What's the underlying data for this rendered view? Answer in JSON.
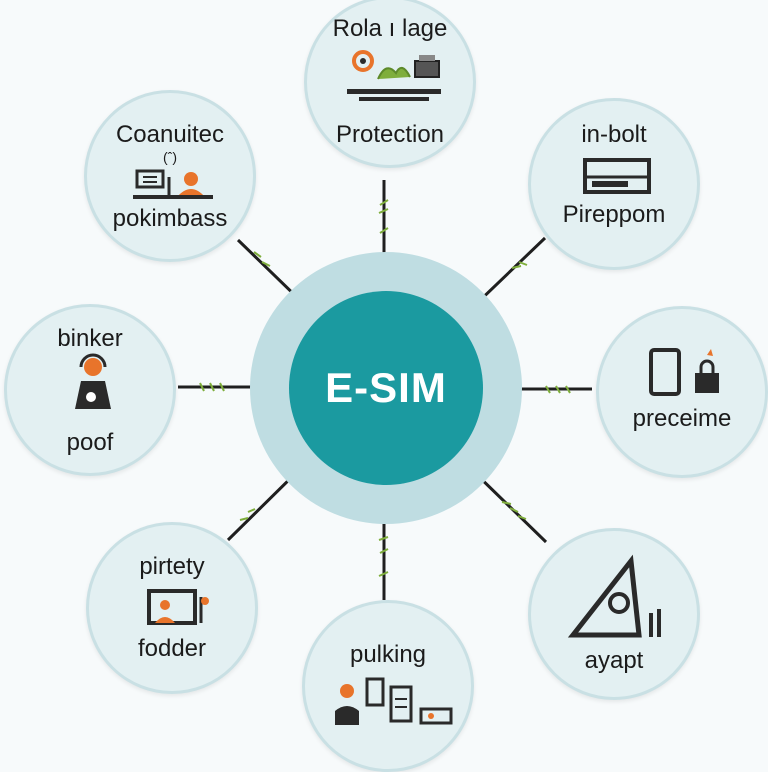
{
  "hub": {
    "label": "E-SIM"
  },
  "nodes": [
    {
      "id": "top",
      "title": "Rola ı lage",
      "caption": "Protection"
    },
    {
      "id": "top-right",
      "title": "in-bolt",
      "caption": "Pireppom"
    },
    {
      "id": "right",
      "title": "",
      "caption": "preceime"
    },
    {
      "id": "bottom-right",
      "title": "",
      "caption": "ayapt"
    },
    {
      "id": "bottom",
      "title": "pulking",
      "caption": ""
    },
    {
      "id": "bottom-left",
      "title": "pirtety",
      "caption": "fodder"
    },
    {
      "id": "left",
      "title": "binker",
      "caption": "poof"
    },
    {
      "id": "top-left",
      "title": "Coanuitec",
      "caption": "pokimbass",
      "icon_text": "(ˆ)"
    }
  ],
  "colors": {
    "hub_fill": "#1b9aa0",
    "hub_ring": "#bfdde2",
    "node_fill": "#e3f0f2",
    "accent_orange": "#e8742b",
    "icon_dark": "#2a2a2a",
    "leaf_green": "#7fae3c"
  },
  "icons": {
    "top": "target-plant-printer-icon",
    "top-right": "server-icon",
    "right": "phone-lock-icon",
    "bottom-right": "tent-triangle-icon",
    "bottom": "person-calculator-icon",
    "bottom-left": "person-screen-icon",
    "left": "headset-person-icon",
    "top-left": "laptop-person-icon"
  }
}
